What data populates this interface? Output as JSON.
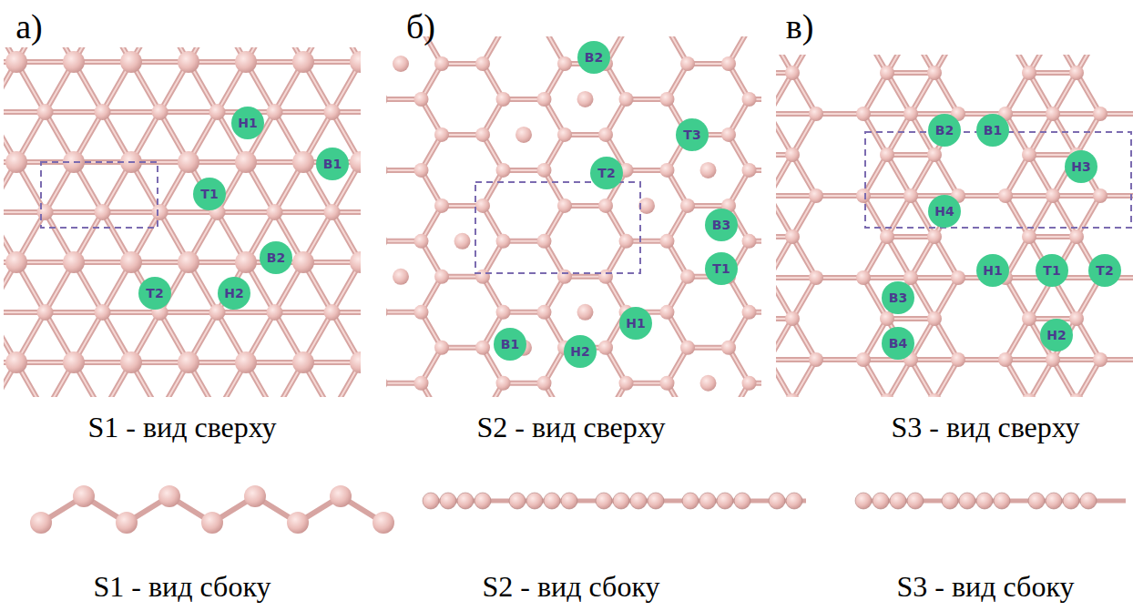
{
  "diagram": {
    "nodes": [
      {
        "text": [
          "H1"
        ]
      },
      {
        "text": [
          "B1"
        ]
      },
      {
        "text": [
          "T1"
        ]
      },
      {
        "text": [
          "B2"
        ]
      },
      {
        "text": [
          "T2"
        ]
      },
      {
        "text": [
          "H2"
        ]
      },
      {
        "text": [
          "B2"
        ]
      },
      {
        "text": [
          "T3"
        ]
      },
      {
        "text": [
          "T2"
        ]
      },
      {
        "text": [
          "B3"
        ]
      },
      {
        "text": [
          "T1"
        ]
      },
      {
        "text": [
          "H1"
        ]
      },
      {
        "text": [
          "B1"
        ]
      },
      {
        "text": [
          "H2"
        ]
      },
      {
        "text": [
          "B2"
        ]
      },
      {
        "text": [
          "B1"
        ]
      },
      {
        "text": [
          "H3"
        ]
      },
      {
        "text": [
          "H4"
        ]
      },
      {
        "text": [
          "H1"
        ]
      },
      {
        "text": [
          "T1"
        ]
      },
      {
        "text": [
          "T2"
        ]
      },
      {
        "text": [
          "B3"
        ]
      },
      {
        "text": [
          "B4"
        ]
      },
      {
        "text": [
          "H2"
        ]
      }
    ],
    "labels": [
      "а)",
      "б)",
      "в)",
      "S1 - вид сверху",
      "S2 - вид сверху",
      "S3 - вид сверху",
      "S1 - вид сбоку",
      "S2 - вид сбоку",
      "S3 - вид сбоку"
    ]
  }
}
